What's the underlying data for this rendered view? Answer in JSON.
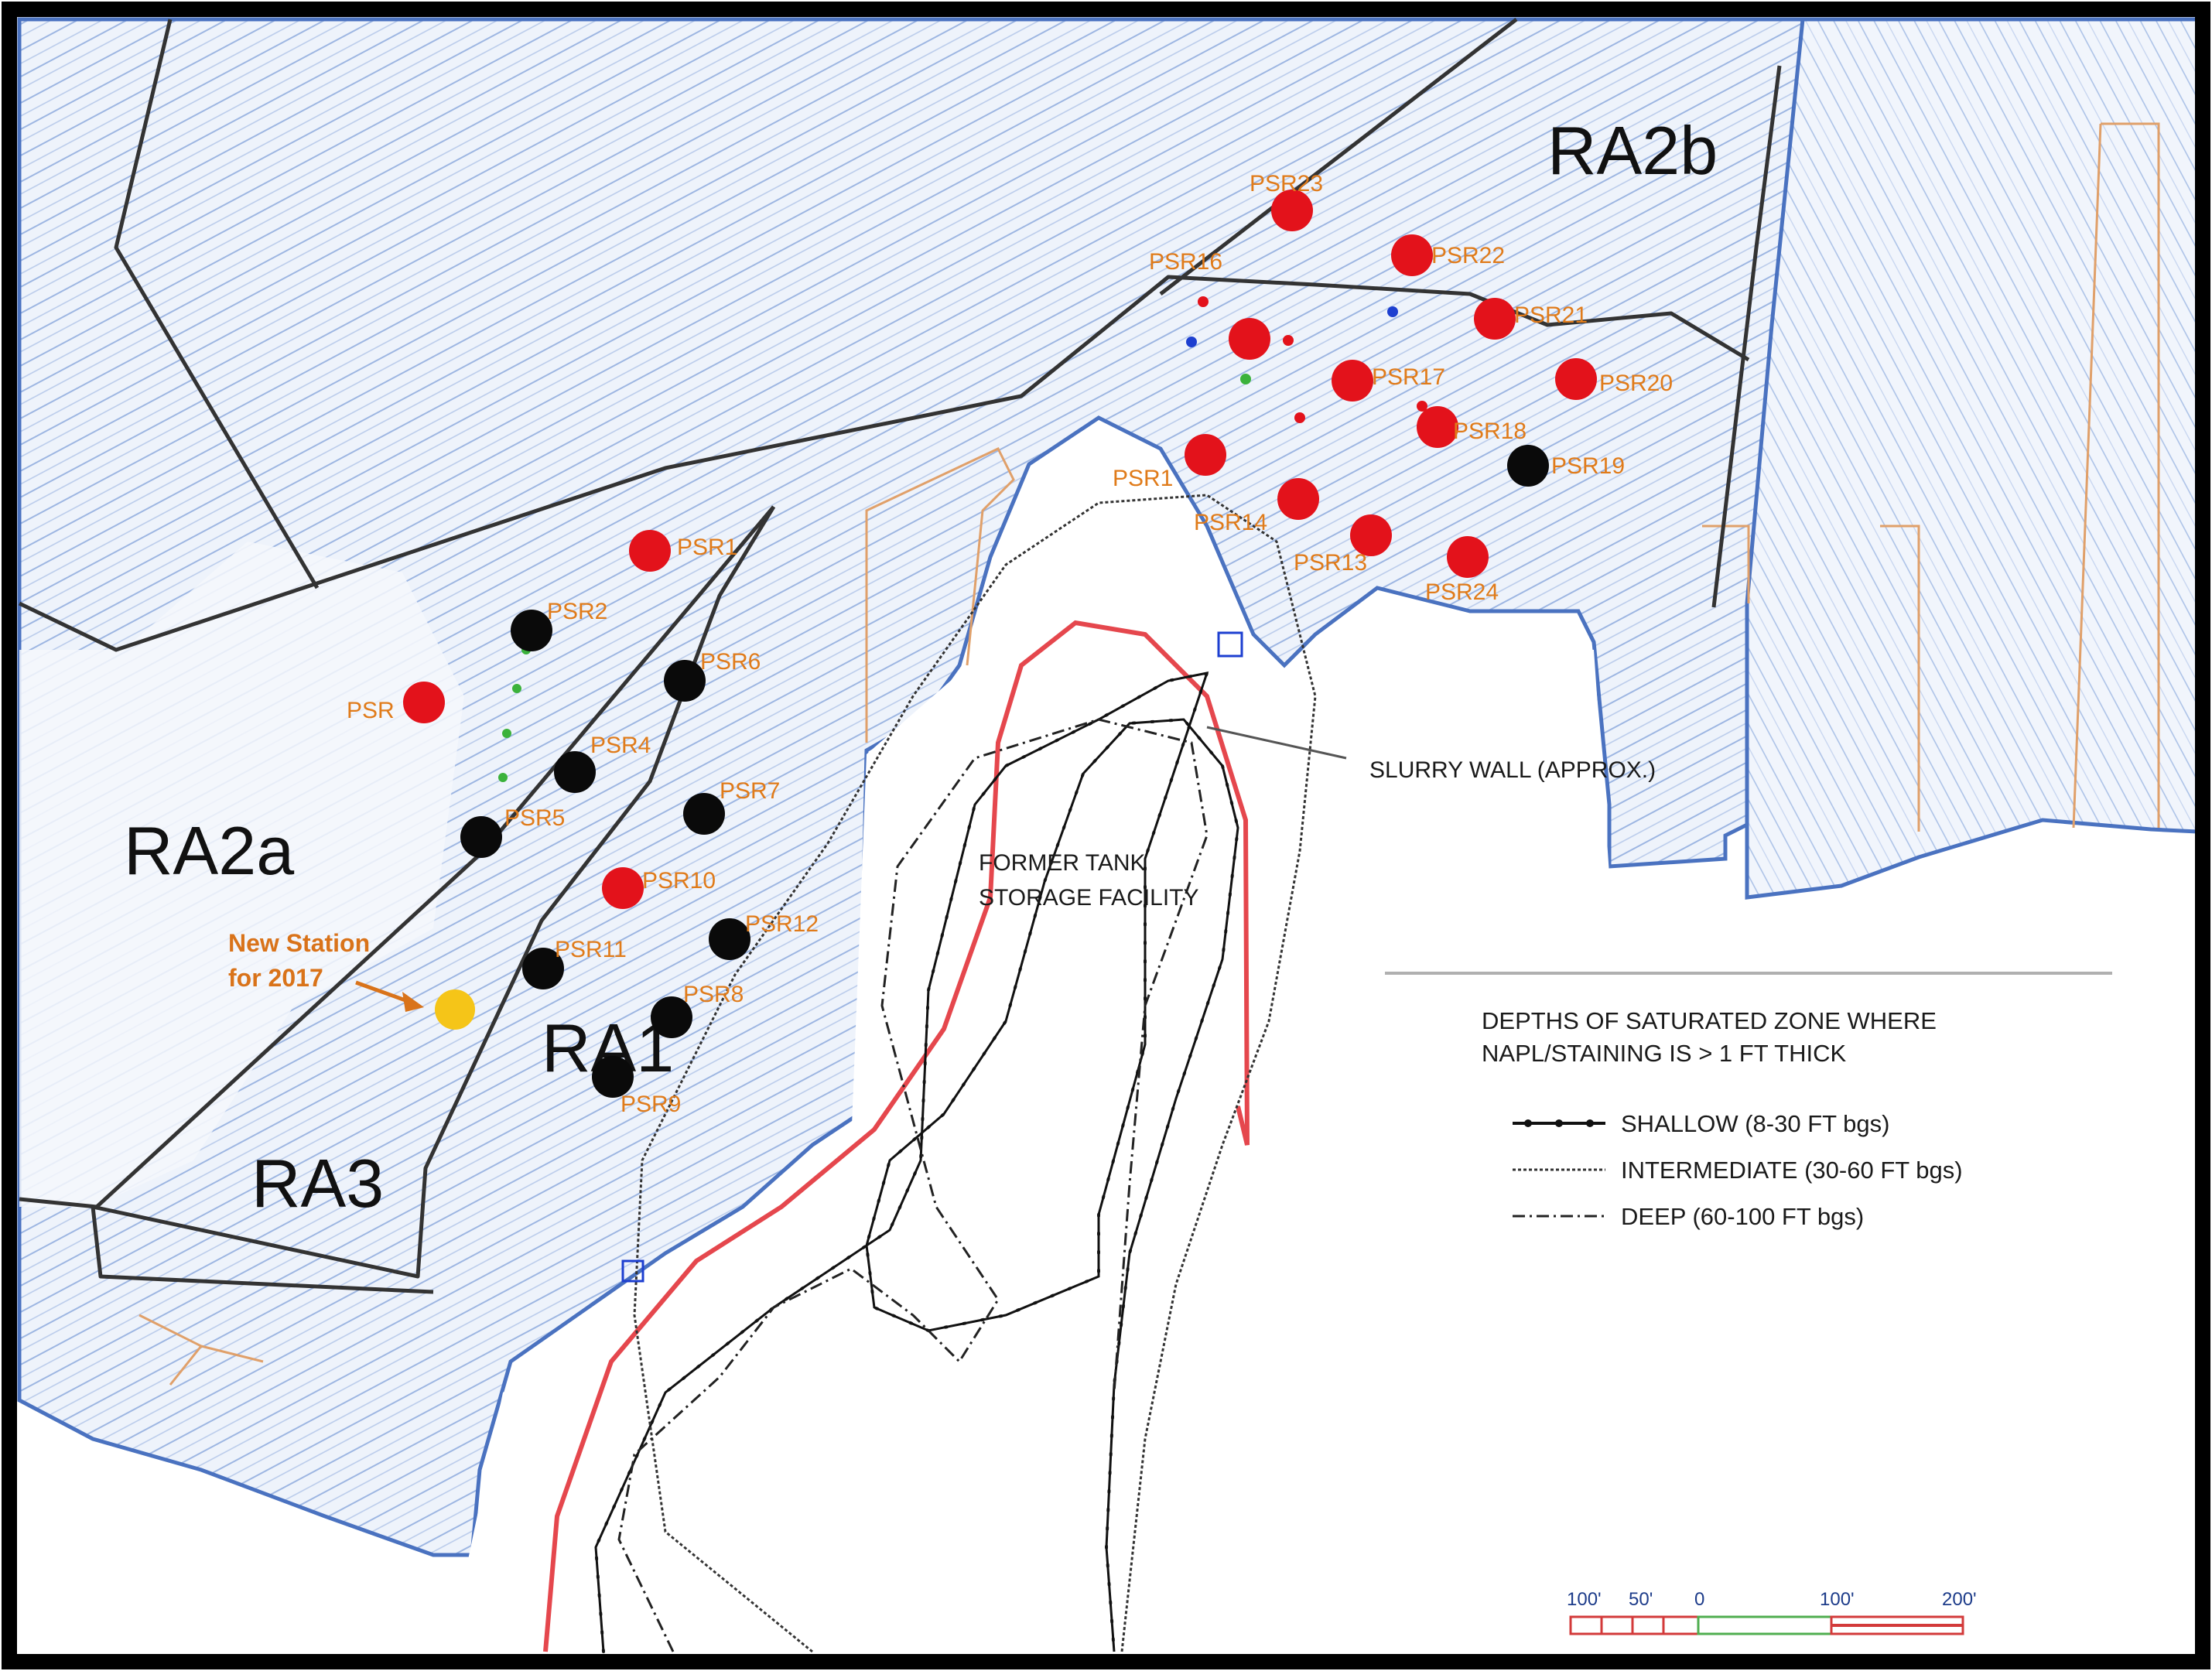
{
  "regions": [
    "RA2b",
    "RA2a",
    "RA1",
    "RA3"
  ],
  "stations": [
    {
      "id": "PSR1",
      "status": "red"
    },
    {
      "id": "PSR2",
      "status": "black"
    },
    {
      "id": "PSR3",
      "status": "red",
      "label": "PSR"
    },
    {
      "id": "PSR4",
      "status": "black"
    },
    {
      "id": "PSR5",
      "status": "black"
    },
    {
      "id": "PSR6",
      "status": "black"
    },
    {
      "id": "PSR7",
      "status": "black"
    },
    {
      "id": "PSR8",
      "status": "black"
    },
    {
      "id": "PSR9",
      "status": "black"
    },
    {
      "id": "PSR10",
      "status": "red"
    },
    {
      "id": "PSR11",
      "status": "black"
    },
    {
      "id": "PSR12",
      "status": "black"
    },
    {
      "id": "PSR13",
      "status": "red"
    },
    {
      "id": "PSR14",
      "status": "red"
    },
    {
      "id": "PSR15",
      "status": "red",
      "label": "PSR1"
    },
    {
      "id": "PSR16",
      "status": "red",
      "label": "PSR16"
    },
    {
      "id": "PSR17",
      "status": "red"
    },
    {
      "id": "PSR18",
      "status": "red"
    },
    {
      "id": "PSR19",
      "status": "black"
    },
    {
      "id": "PSR20",
      "status": "red"
    },
    {
      "id": "PSR21",
      "status": "red"
    },
    {
      "id": "PSR22",
      "status": "red"
    },
    {
      "id": "PSR23",
      "status": "red"
    },
    {
      "id": "PSR24",
      "status": "red"
    }
  ],
  "new_station": {
    "line1": "New Station",
    "line2": "for 2017"
  },
  "annotations": {
    "slurry_wall": "SLURRY WALL (APPROX.)",
    "facility_line1": "FORMER TANK",
    "facility_line2": "STORAGE FACILITY"
  },
  "legend": {
    "title_line1": "DEPTHS OF SATURATED ZONE WHERE",
    "title_line2": "NAPL/STAINING IS > 1 FT THICK",
    "items": [
      {
        "label": "SHALLOW (8-30 FT bgs)",
        "style": "shallow"
      },
      {
        "label": "INTERMEDIATE (30-60 FT bgs)",
        "style": "intermediate"
      },
      {
        "label": "DEEP (60-100 FT bgs)",
        "style": "deep"
      }
    ]
  },
  "scale_bar": {
    "labels": [
      "100'",
      "50'",
      "0",
      "100'",
      "200'"
    ]
  },
  "colors": {
    "red_station": "#e3121b",
    "black_station": "#0a0a0a",
    "new_station": "#f5c518",
    "contour": "#7f9fd6",
    "slurry_wall": "#e5474d",
    "label": "#e07b1a"
  }
}
